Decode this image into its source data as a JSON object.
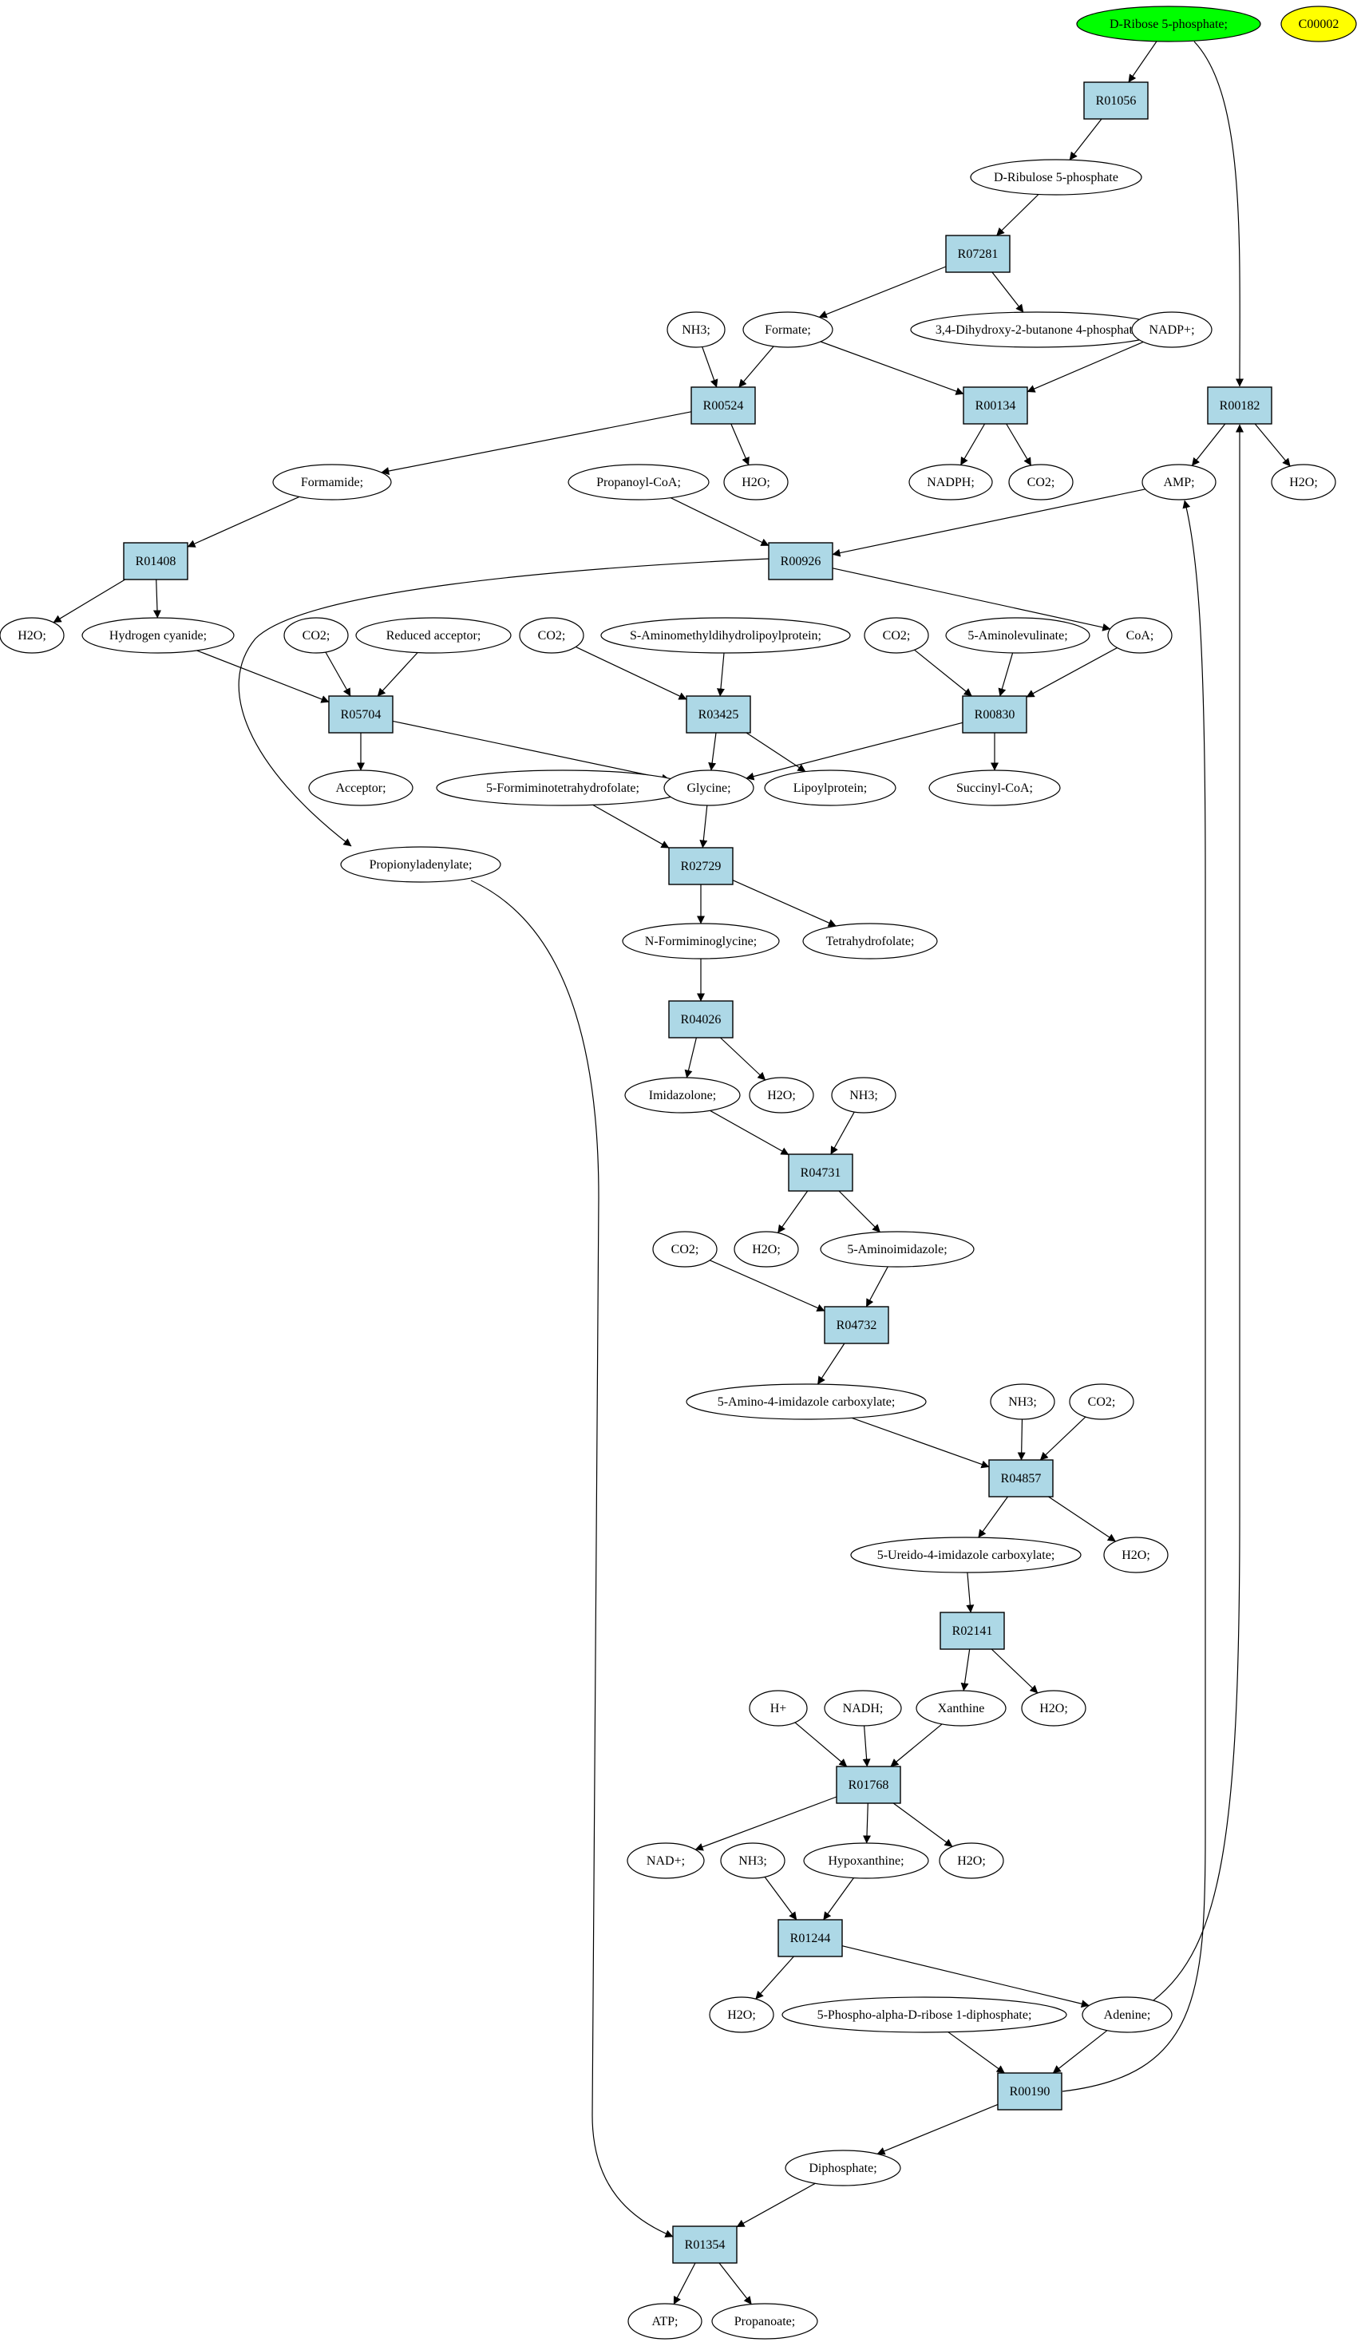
{
  "colors": {
    "reaction_fill": "#add8e6",
    "start_fill": "#00ff00",
    "extra_fill": "#ffff00",
    "metabolite_fill": "#ffffff",
    "stroke": "#000000"
  },
  "reactions": [
    {
      "id": "R01056",
      "label": "R01056"
    },
    {
      "id": "R07281",
      "label": "R07281"
    },
    {
      "id": "R00524",
      "label": "R00524"
    },
    {
      "id": "R00134",
      "label": "R00134"
    },
    {
      "id": "R00182",
      "label": "R00182"
    },
    {
      "id": "R01408",
      "label": "R01408"
    },
    {
      "id": "R00926",
      "label": "R00926"
    },
    {
      "id": "R05704",
      "label": "R05704"
    },
    {
      "id": "R03425",
      "label": "R03425"
    },
    {
      "id": "R00830",
      "label": "R00830"
    },
    {
      "id": "R02729",
      "label": "R02729"
    },
    {
      "id": "R04026",
      "label": "R04026"
    },
    {
      "id": "R04731",
      "label": "R04731"
    },
    {
      "id": "R04732",
      "label": "R04732"
    },
    {
      "id": "R04857",
      "label": "R04857"
    },
    {
      "id": "R02141",
      "label": "R02141"
    },
    {
      "id": "R01768",
      "label": "R01768"
    },
    {
      "id": "R01244",
      "label": "R01244"
    },
    {
      "id": "R00190",
      "label": "R00190"
    },
    {
      "id": "R01354",
      "label": "R01354"
    }
  ],
  "metabolites": [
    {
      "id": "rib5p",
      "label": "D-Ribose 5-phosphate;",
      "style": "start"
    },
    {
      "id": "c00002",
      "label": "C00002",
      "style": "extra"
    },
    {
      "id": "ribu5p",
      "label": "D-Ribulose 5-phosphate"
    },
    {
      "id": "nh3a",
      "label": "NH3;"
    },
    {
      "id": "formate",
      "label": "Formate;"
    },
    {
      "id": "dhbp",
      "label": "3,4-Dihydroxy-2-butanone 4-phosphate"
    },
    {
      "id": "nadp",
      "label": "NADP+;"
    },
    {
      "id": "formamide",
      "label": "Formamide;"
    },
    {
      "id": "h2o_524",
      "label": "H2O;"
    },
    {
      "id": "nadph",
      "label": "NADPH;"
    },
    {
      "id": "co2_134",
      "label": "CO2;"
    },
    {
      "id": "amp",
      "label": "AMP;"
    },
    {
      "id": "h2o_182",
      "label": "H2O;"
    },
    {
      "id": "propcoa",
      "label": "Propanoyl-CoA;"
    },
    {
      "id": "h2o_1408",
      "label": "H2O;"
    },
    {
      "id": "hcn",
      "label": "Hydrogen cyanide;"
    },
    {
      "id": "co2_5704",
      "label": "CO2;"
    },
    {
      "id": "redacc",
      "label": "Reduced acceptor;"
    },
    {
      "id": "co2_3425",
      "label": "CO2;"
    },
    {
      "id": "samdlp",
      "label": "S-Aminomethyldihydrolipoylprotein;"
    },
    {
      "id": "co2_830",
      "label": "CO2;"
    },
    {
      "id": "ala5",
      "label": "5-Aminolevulinate;"
    },
    {
      "id": "coa",
      "label": "CoA;"
    },
    {
      "id": "acceptor",
      "label": "Acceptor;"
    },
    {
      "id": "fthf",
      "label": "5-Formiminotetrahydrofolate;"
    },
    {
      "id": "glycine",
      "label": "Glycine;"
    },
    {
      "id": "lipoyl",
      "label": "Lipoylprotein;"
    },
    {
      "id": "succoa",
      "label": "Succinyl-CoA;"
    },
    {
      "id": "propad",
      "label": "Propionyladenylate;"
    },
    {
      "id": "nfgly",
      "label": "N-Formiminoglycine;"
    },
    {
      "id": "thf",
      "label": "Tetrahydrofolate;"
    },
    {
      "id": "imidaz",
      "label": "Imidazolone;"
    },
    {
      "id": "h2o_4026",
      "label": "H2O;"
    },
    {
      "id": "nh3b",
      "label": "NH3;"
    },
    {
      "id": "h2o_4731",
      "label": "H2O;"
    },
    {
      "id": "aminoimid",
      "label": "5-Aminoimidazole;"
    },
    {
      "id": "co2_4732",
      "label": "CO2;"
    },
    {
      "id": "aicarb",
      "label": "5-Amino-4-imidazole carboxylate;"
    },
    {
      "id": "nh3c",
      "label": "NH3;"
    },
    {
      "id": "co2_4857",
      "label": "CO2;"
    },
    {
      "id": "uicarb",
      "label": "5-Ureido-4-imidazole carboxylate;"
    },
    {
      "id": "h2o_4857",
      "label": "H2O;"
    },
    {
      "id": "xanthine",
      "label": "Xanthine"
    },
    {
      "id": "h2o_2141",
      "label": "H2O;"
    },
    {
      "id": "hplus",
      "label": "H+"
    },
    {
      "id": "nadh",
      "label": "NADH;"
    },
    {
      "id": "nad",
      "label": "NAD+;"
    },
    {
      "id": "nh3d",
      "label": "NH3;"
    },
    {
      "id": "hypox",
      "label": "Hypoxanthine;"
    },
    {
      "id": "h2o_1768",
      "label": "H2O;"
    },
    {
      "id": "h2o_1244",
      "label": "H2O;"
    },
    {
      "id": "prpp",
      "label": "5-Phospho-alpha-D-ribose 1-diphosphate;"
    },
    {
      "id": "adenine",
      "label": "Adenine;"
    },
    {
      "id": "diphos",
      "label": "Diphosphate;"
    },
    {
      "id": "atp",
      "label": "ATP;"
    },
    {
      "id": "propanoate",
      "label": "Propanoate;"
    }
  ],
  "edges": [
    [
      "rib5p",
      "R01056"
    ],
    [
      "R01056",
      "ribu5p"
    ],
    [
      "ribu5p",
      "R07281"
    ],
    [
      "R07281",
      "formate"
    ],
    [
      "R07281",
      "dhbp"
    ],
    [
      "nh3a",
      "R00524"
    ],
    [
      "formate",
      "R00524"
    ],
    [
      "formate",
      "R00134"
    ],
    [
      "nadp",
      "R00134"
    ],
    [
      "R00524",
      "formamide"
    ],
    [
      "R00524",
      "h2o_524"
    ],
    [
      "R00134",
      "nadph"
    ],
    [
      "R00134",
      "co2_134"
    ],
    [
      "rib5p",
      "R00182"
    ],
    [
      "adenine",
      "R00182"
    ],
    [
      "R00182",
      "amp"
    ],
    [
      "R00182",
      "h2o_182"
    ],
    [
      "formamide",
      "R01408"
    ],
    [
      "R01408",
      "h2o_1408"
    ],
    [
      "R01408",
      "hcn"
    ],
    [
      "propcoa",
      "R00926"
    ],
    [
      "amp",
      "R00926"
    ],
    [
      "R00926",
      "coa"
    ],
    [
      "R00926",
      "propad"
    ],
    [
      "hcn",
      "R05704"
    ],
    [
      "co2_5704",
      "R05704"
    ],
    [
      "redacc",
      "R05704"
    ],
    [
      "R05704",
      "acceptor"
    ],
    [
      "R05704",
      "glycine"
    ],
    [
      "co2_3425",
      "R03425"
    ],
    [
      "samdlp",
      "R03425"
    ],
    [
      "R03425",
      "glycine"
    ],
    [
      "R03425",
      "lipoyl"
    ],
    [
      "co2_830",
      "R00830"
    ],
    [
      "ala5",
      "R00830"
    ],
    [
      "coa",
      "R00830"
    ],
    [
      "R00830",
      "glycine"
    ],
    [
      "R00830",
      "succoa"
    ],
    [
      "fthf",
      "R02729"
    ],
    [
      "glycine",
      "R02729"
    ],
    [
      "R02729",
      "nfgly"
    ],
    [
      "R02729",
      "thf"
    ],
    [
      "nfgly",
      "R04026"
    ],
    [
      "R04026",
      "imidaz"
    ],
    [
      "R04026",
      "h2o_4026"
    ],
    [
      "imidaz",
      "R04731"
    ],
    [
      "nh3b",
      "R04731"
    ],
    [
      "R04731",
      "h2o_4731"
    ],
    [
      "R04731",
      "aminoimid"
    ],
    [
      "co2_4732",
      "R04732"
    ],
    [
      "aminoimid",
      "R04732"
    ],
    [
      "R04732",
      "aicarb"
    ],
    [
      "aicarb",
      "R04857"
    ],
    [
      "nh3c",
      "R04857"
    ],
    [
      "co2_4857",
      "R04857"
    ],
    [
      "R04857",
      "uicarb"
    ],
    [
      "R04857",
      "h2o_4857"
    ],
    [
      "uicarb",
      "R02141"
    ],
    [
      "R02141",
      "xanthine"
    ],
    [
      "R02141",
      "h2o_2141"
    ],
    [
      "hplus",
      "R01768"
    ],
    [
      "nadh",
      "R01768"
    ],
    [
      "xanthine",
      "R01768"
    ],
    [
      "R01768",
      "nad"
    ],
    [
      "R01768",
      "hypox"
    ],
    [
      "R01768",
      "h2o_1768"
    ],
    [
      "nh3d",
      "R01244"
    ],
    [
      "hypox",
      "R01244"
    ],
    [
      "R01244",
      "h2o_1244"
    ],
    [
      "R01244",
      "adenine"
    ],
    [
      "prpp",
      "R00190"
    ],
    [
      "adenine",
      "R00190"
    ],
    [
      "R00190",
      "amp"
    ],
    [
      "R00190",
      "diphos"
    ],
    [
      "diphos",
      "R01354"
    ],
    [
      "propad",
      "R01354"
    ],
    [
      "R01354",
      "atp"
    ],
    [
      "R01354",
      "propanoate"
    ]
  ]
}
